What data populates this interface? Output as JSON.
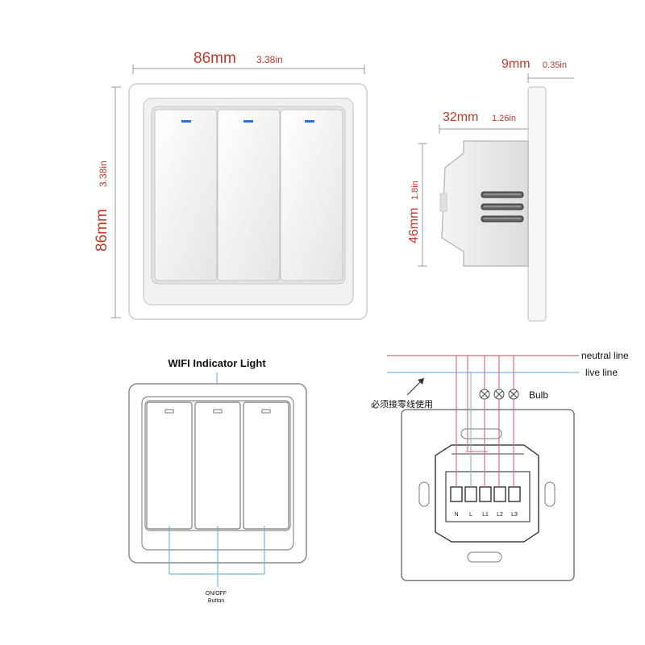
{
  "front_view": {
    "width_mm": "86mm",
    "width_in": "3.38in",
    "height_mm": "86mm",
    "height_in": "3.38in",
    "gang_count": 3
  },
  "side_view": {
    "plate_depth_mm": "9mm",
    "plate_depth_in": "0.35in",
    "body_depth_mm": "32mm",
    "body_depth_in": "1.26in",
    "body_height_mm": "46mm",
    "body_height_in": "1.8in"
  },
  "front_drawing": {
    "indicator_label": "WIFI Indicator Light",
    "button_label_line1": "ON/OFF",
    "button_label_line2": "Button"
  },
  "wiring": {
    "neutral_label": "neutral line",
    "live_label": "live line",
    "note": "必须接零线使用",
    "bulb_label": "Bulb",
    "terminals": [
      "N",
      "L",
      "L1",
      "L2",
      "L3"
    ]
  },
  "colors": {
    "dimension_text": "#c0392b",
    "indicator_led": "#2d6fe0",
    "neutral_wire": "#e06070",
    "live_wire": "#7fb7e6"
  }
}
